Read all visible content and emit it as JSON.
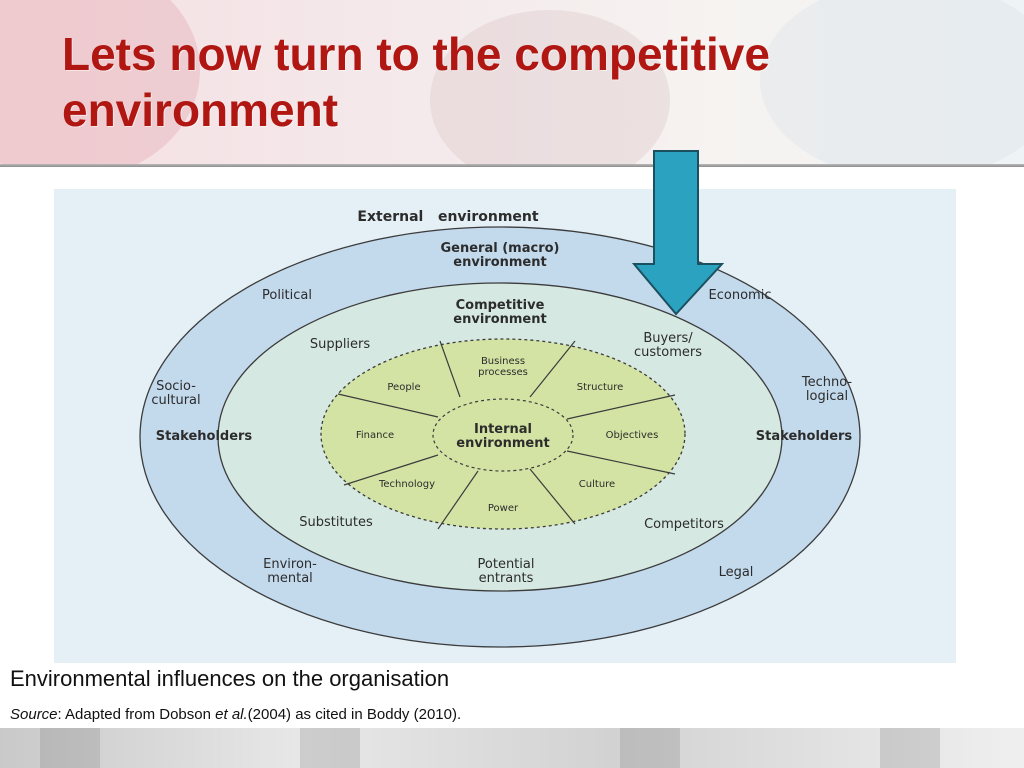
{
  "slide": {
    "title_line1": "Lets now turn to the competitive",
    "title_line2": "environment"
  },
  "diagram": {
    "labels": {
      "external": "External   environment",
      "general_1": "General (macro)",
      "general_2": "environment",
      "competitive_1": "Competitive",
      "competitive_2": "environment",
      "internal_1": "Internal",
      "internal_2": "environment",
      "political": "Political",
      "economic": "Economic",
      "socio_1": "Socio-",
      "socio_2": "cultural",
      "techno_1": "Techno-",
      "techno_2": "logical",
      "environ_1": "Environ-",
      "environ_2": "mental",
      "legal": "Legal",
      "stakeholders_left": "Stakeholders",
      "stakeholders_right": "Stakeholders",
      "suppliers": "Suppliers",
      "buyers_1": "Buyers/",
      "buyers_2": "customers",
      "substitutes": "Substitutes",
      "competitors": "Competitors",
      "potential_1": "Potential",
      "potential_2": "entrants",
      "business_1": "Business",
      "business_2": "processes",
      "structure": "Structure",
      "objectives": "Objectives",
      "culture": "Culture",
      "power": "Power",
      "technology": "Technology",
      "finance": "Finance",
      "people": "People"
    },
    "colors": {
      "outer_ring": "#c3d9ec",
      "middle_ring": "#d5e8e2",
      "inner_disc": "#d3e3a4",
      "line": "#3c3c3c",
      "arrow": "#2aa2c0"
    }
  },
  "caption": {
    "main": "Environmental influences on the organisation",
    "source_label": "Source",
    "source_pre": ": Adapted from Dobson ",
    "source_italic": "et al.",
    "source_post": "(2004) as cited in Boddy (2010)."
  }
}
